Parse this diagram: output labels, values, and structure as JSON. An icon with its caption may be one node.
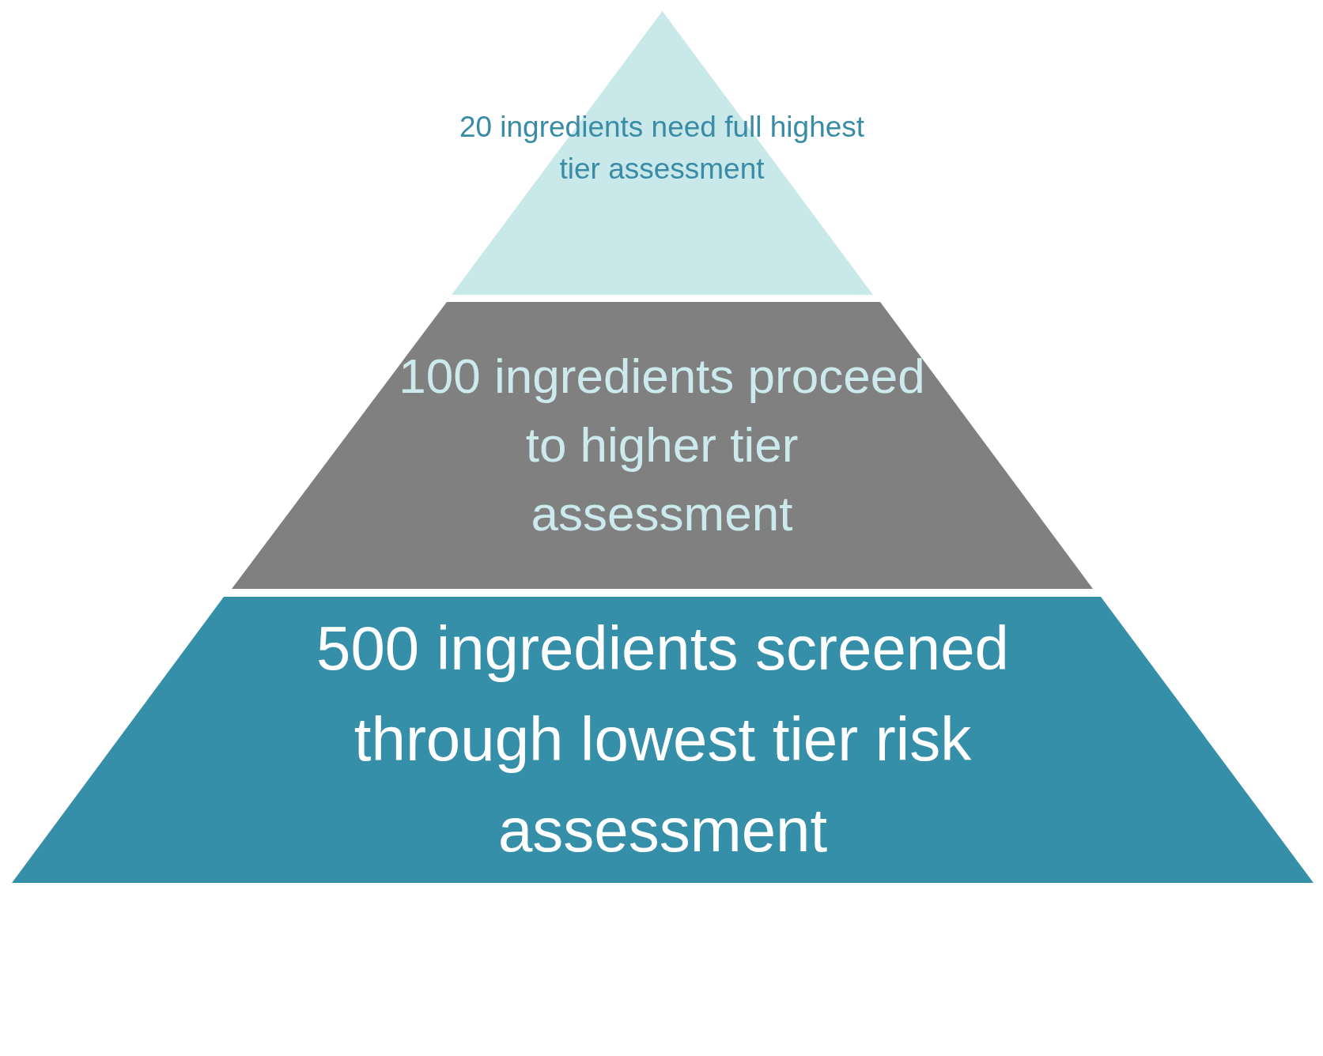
{
  "diagram": {
    "nodes": [
      {
        "text": [
          "20 ingredients need full highest tier assessment"
        ]
      },
      {
        "text": [
          "100 ingredients proceed to higher tier assessment"
        ]
      },
      {
        "text": [
          "500 ingredients screened through lowest tier risk assessment"
        ]
      }
    ]
  }
}
